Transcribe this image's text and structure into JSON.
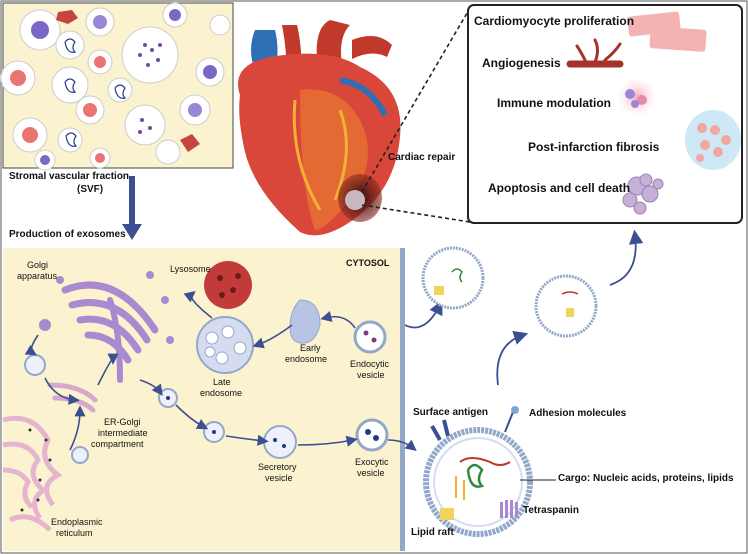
{
  "svf": {
    "title_line1": "Stromal vascular fraction",
    "title_line2": "(SVF)"
  },
  "production_label": "Production of exosomes",
  "cardiac_repair_label": "Cardiac repair",
  "repair_effects": [
    "Cardiomyocyte proliferation",
    "Angiogenesis",
    "Immune modulation",
    "Post-infarction fibrosis",
    "Apoptosis and cell death"
  ],
  "cell": {
    "golgi_line1": "Golgi",
    "golgi_line2": "apparatus",
    "lysosome": "Lysosome",
    "cytosol": "CYTOSOL",
    "late_endosome_line1": "Late",
    "late_endosome_line2": "endosome",
    "early_endosome_line1": "Early",
    "early_endosome_line2": "endosome",
    "endocytic_line1": "Endocytic",
    "endocytic_line2": "vesicle",
    "ergic_line1": "ER-Golgi",
    "ergic_line2": "intermediate",
    "ergic_line3": "compartment",
    "secretory_line1": "Secretory",
    "secretory_line2": "vesicle",
    "exocytic_line1": "Exocytic",
    "exocytic_line2": "vesicle",
    "er_line1": "Endoplasmic",
    "er_line2": "reticulum"
  },
  "exosome": {
    "surface_antigen": "Surface antigen",
    "adhesion_molecules": "Adhesion molecules",
    "cargo": "Cargo: Nucleic acids, proteins, lipids",
    "tetraspanin": "Tetraspanin",
    "lipid_raft": "Lipid raft"
  },
  "colors": {
    "panel_fill": "#fbf3cf",
    "arrow": "#3c4f93",
    "membrane": "#93a7c9",
    "golgi": "#a98ad0",
    "er": "#e7b4d0",
    "lysosome": "#c23b3b"
  }
}
